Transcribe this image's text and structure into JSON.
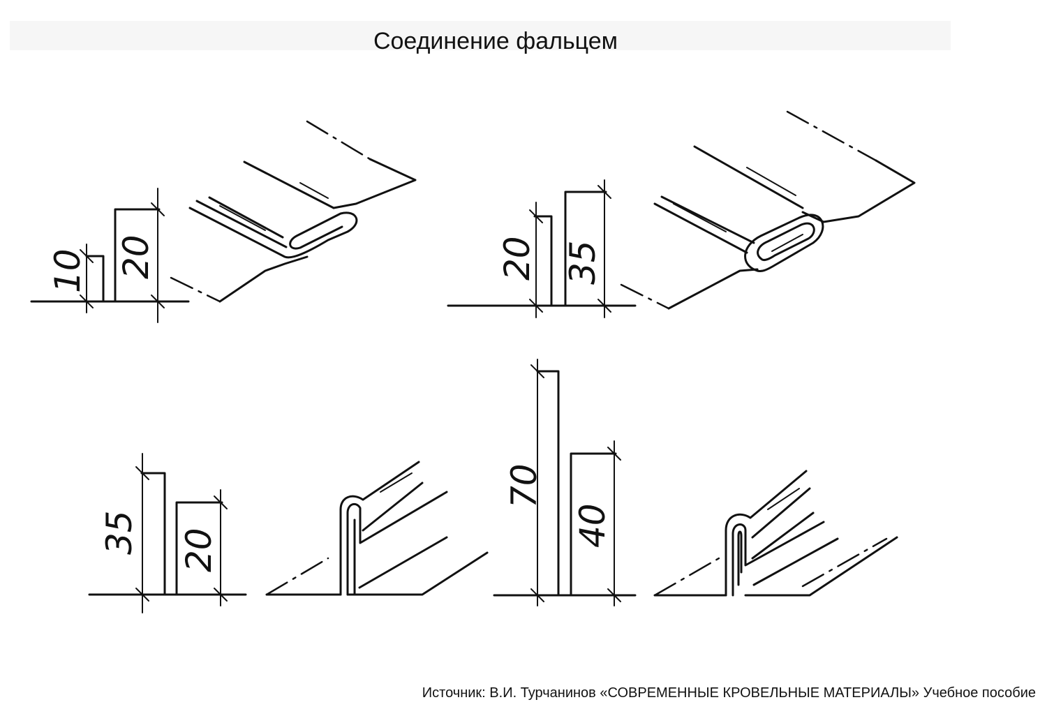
{
  "title": "Соединение фальцем",
  "caption": "Источник: В.И. Турчанинов «СОВРЕМЕННЫЕ КРОВЕЛЬНЫЕ МАТЕРИАЛЫ» Учебное пособие",
  "seams": [
    {
      "dimensions": [
        "10",
        "20"
      ]
    },
    {
      "dimensions": [
        "20",
        "35"
      ]
    },
    {
      "dimensions": [
        "35",
        "20"
      ]
    },
    {
      "dimensions": [
        "70",
        "40"
      ]
    }
  ]
}
